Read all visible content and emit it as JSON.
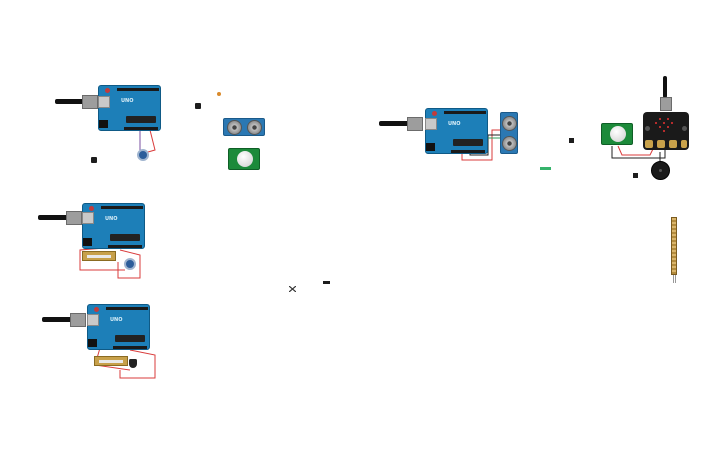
{
  "canvas": {
    "background": "#ffffff",
    "board_color": "#1d7fb8",
    "board_label": "UNO",
    "wire_colors": {
      "red": "#d93b3b",
      "black": "#222222",
      "green": "#2f9e5b",
      "purple": "#7a4fa0"
    }
  },
  "components": [
    {
      "id": "uno-1",
      "type": "arduino-uno",
      "with": [
        "potentiometer",
        "small-black-part"
      ]
    },
    {
      "id": "ultrasonic-1",
      "type": "ultrasonic-sensor"
    },
    {
      "id": "pir-1",
      "type": "pir-sensor"
    },
    {
      "id": "uno-2",
      "type": "arduino-uno",
      "with": [
        "slide-potentiometer",
        "potentiometer"
      ]
    },
    {
      "id": "uno-3",
      "type": "arduino-uno",
      "with": [
        "slide-potentiometer",
        "temperature-sensor"
      ]
    },
    {
      "id": "uno-4",
      "type": "arduino-uno",
      "with": [
        "ultrasonic-sensor"
      ]
    },
    {
      "id": "microbit-1",
      "type": "micro:bit",
      "with": [
        "pir-sensor",
        "piezo-buzzer"
      ]
    },
    {
      "id": "flex-1",
      "type": "flex-sensor"
    }
  ]
}
